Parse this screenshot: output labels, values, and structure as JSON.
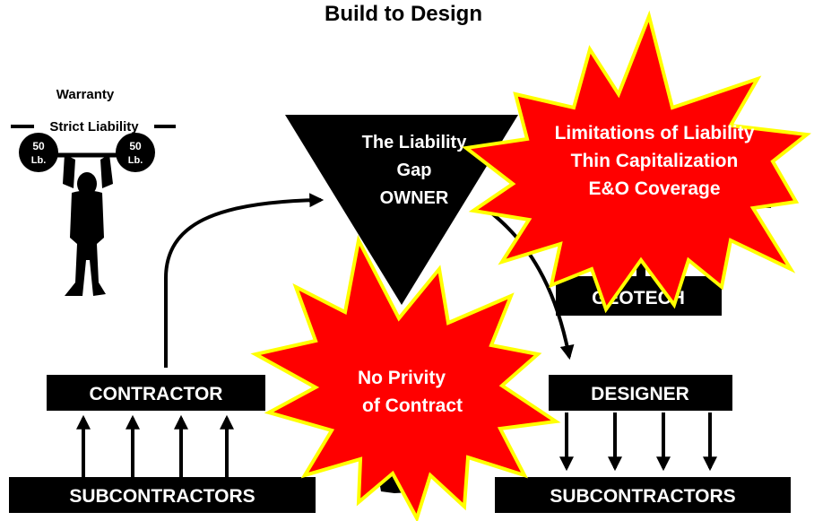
{
  "title": "Build to Design",
  "weightlifter": {
    "warranty_label": "Warranty",
    "strict_liability_label": "Strict Liability",
    "left_weight": [
      "50",
      "Lb."
    ],
    "right_weight": [
      "50",
      "Lb."
    ]
  },
  "owner_triangle": {
    "lines": [
      "The Liability",
      "Gap",
      "OWNER"
    ]
  },
  "boxes": {
    "contractor": "CONTRACTOR",
    "designer": "DESIGNER",
    "geotech": "GEOTECH",
    "subcontractors_left": "SUBCONTRACTORS",
    "subcontractors_right": "SUBCONTRACTORS"
  },
  "burst_top": {
    "lines": [
      "Limitations of Liability",
      "Thin Capitalization",
      "E&O Coverage"
    ]
  },
  "burst_bottom": {
    "lines": [
      "No Privity",
      "of Contract"
    ]
  },
  "colors": {
    "burst_fill": "#ff0000",
    "burst_outline": "#ffff00",
    "box_fill": "#000000",
    "box_text": "#ffffff"
  }
}
